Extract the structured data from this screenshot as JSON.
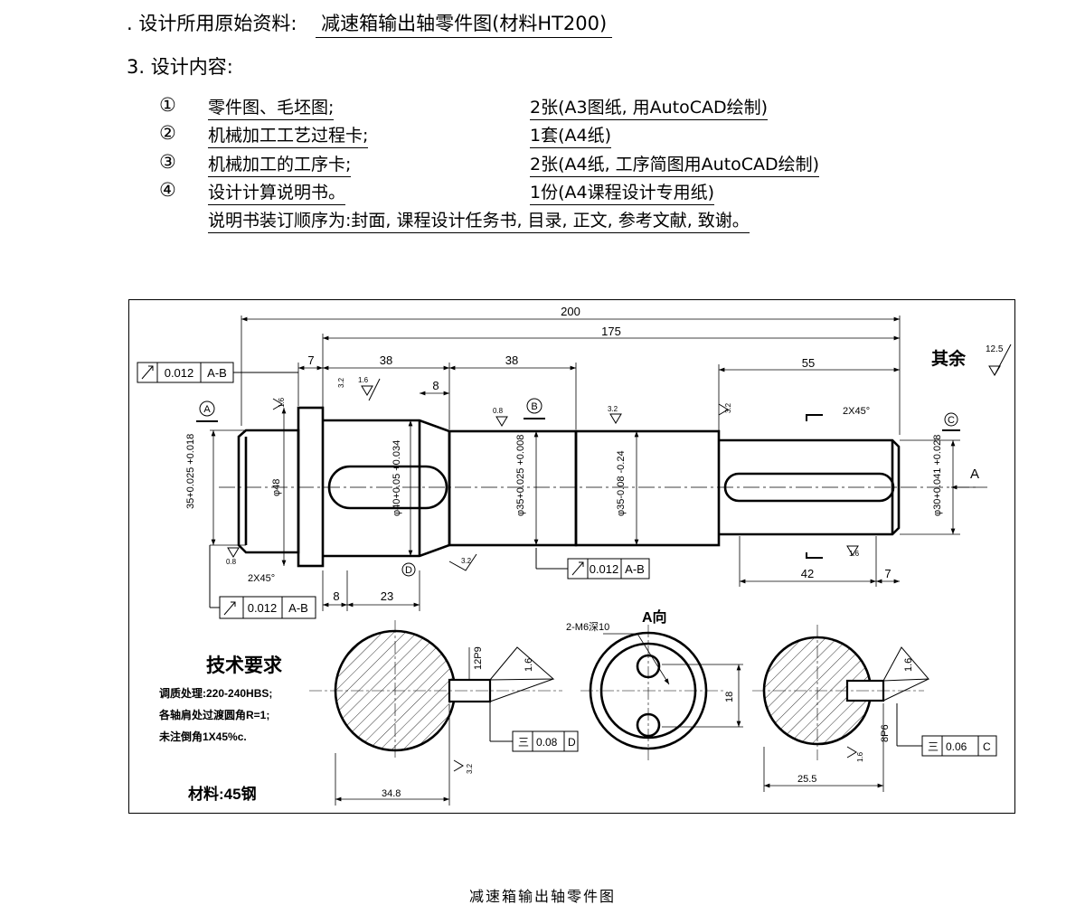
{
  "header": {
    "item2_prefix": ". 设计所用原始资料:",
    "item2_value": "减速箱输出轴零件图(材料HT200)",
    "item3_title": "3. 设计内容:"
  },
  "contents": [
    {
      "num": "①",
      "task": "零件图、毛坯图;",
      "detail": "2张(A3图纸, 用AutoCAD绘制)"
    },
    {
      "num": "②",
      "task": "机械加工工艺过程卡;",
      "detail": "1套(A4纸)"
    },
    {
      "num": "③",
      "task": "机械加工的工序卡;",
      "detail": "2张(A4纸, 工序简图用AutoCAD绘制)"
    },
    {
      "num": "④",
      "task": "设计计算说明书。",
      "detail": "1份(A4课程设计专用纸)"
    }
  ],
  "binding_order": "说明书装订顺序为:封面, 课程设计任务书, 目录, 正文, 参考文献, 致谢。",
  "drawing": {
    "dims": {
      "d200": "200",
      "d175": "175",
      "d7a": "7",
      "d38a": "38",
      "d38b": "38",
      "d55": "55",
      "d8top": "8",
      "d8bot": "8",
      "d23": "23",
      "d42": "42",
      "d7b": "7",
      "d348": "34.8",
      "d255": "25.5",
      "dia35left": "35+0.025 +0.018",
      "dia48": "φ48",
      "dia40": "φ40+0.05 +0.034",
      "dia35b": "φ35+0.025 +0.008",
      "dia35c": "φ35-0.08 -0.24",
      "dia30": "φ30+0.041 +0.028",
      "chamfer1": "2X45°",
      "chamfer2": "2X45°",
      "d12p9": "12P9",
      "d18": "18",
      "d8p6": "8P6",
      "thread": "2-M6深10"
    },
    "rough": {
      "other_label": "其余",
      "other_val": "12.5",
      "r32a": "3.2",
      "r16a": "1.6",
      "r16b": "1.6",
      "r08a": "0.8",
      "r32b": "3.2",
      "r32c": "3.2",
      "r08b": "0.8",
      "r32d": "3.2",
      "r16c": "1.6",
      "r16d": "1.6",
      "r32e": "3.2",
      "r16e": "1.6",
      "r16f": "1.6"
    },
    "tol": {
      "fr1_val": "0.012",
      "fr1_ref": "A-B",
      "fr2_val": "0.012",
      "fr2_ref": "A-B",
      "fr3_val": "0.012",
      "fr3_ref": "A-B",
      "sym1_val": "0.08",
      "sym1_ref": "D",
      "sym2_val": "0.06",
      "sym2_ref": "C",
      "sym_glyph": "三"
    },
    "datums": {
      "A": "A",
      "B": "B",
      "C": "C",
      "D": "D"
    },
    "labels": {
      "view_a": "A向",
      "arrow_a": "A",
      "section_mark": "A"
    },
    "tech": {
      "title": "技术要求",
      "line1": "调质处理:220-240HBS;",
      "line2": "各轴肩处过渡圆角R=1;",
      "line3": "未注倒角1X45%c.",
      "material": "材料:45钢"
    }
  },
  "caption": "减速箱输出轴零件图"
}
